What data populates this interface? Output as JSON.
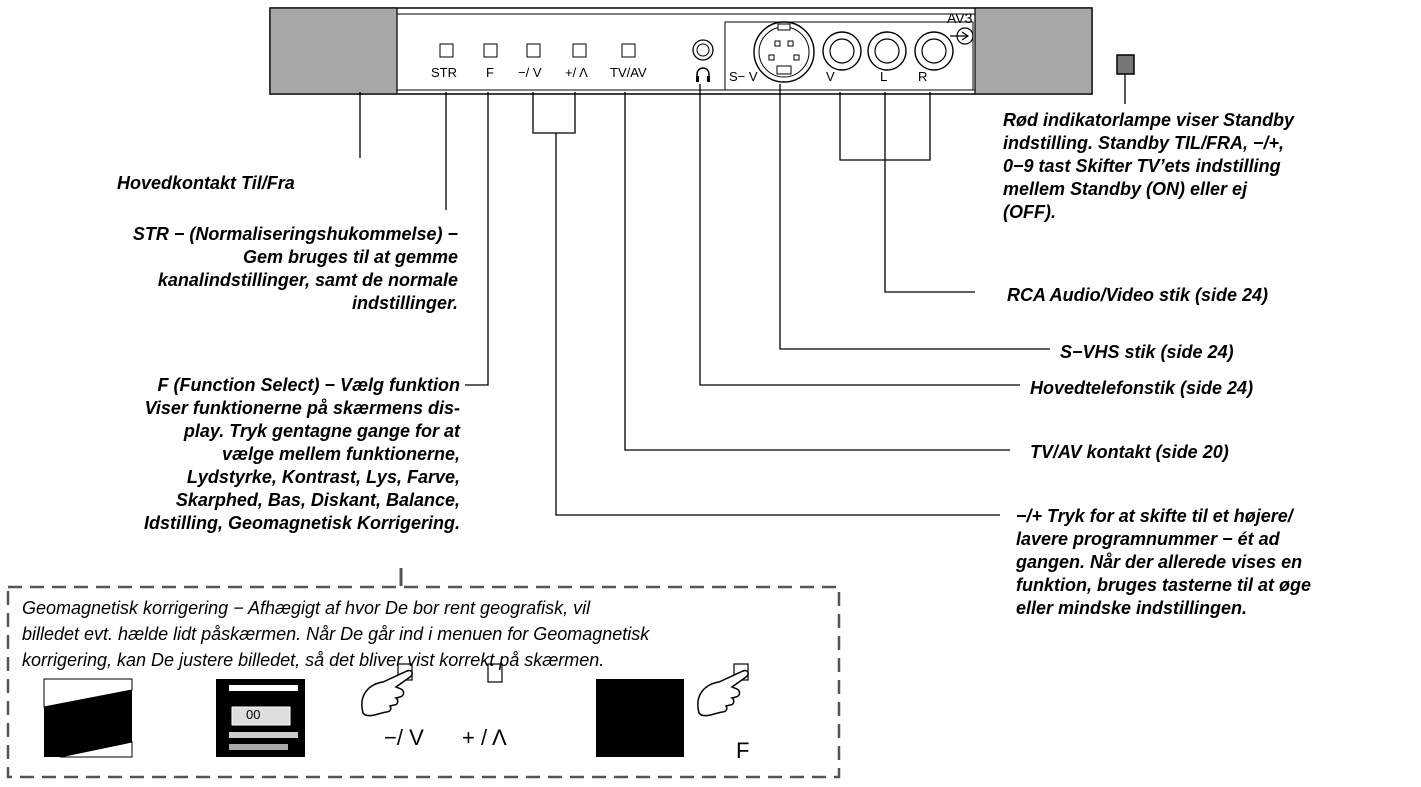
{
  "panel": {
    "buttons": [
      "STR",
      "F",
      "−/ V",
      "+/ Λ",
      "TV/AV"
    ],
    "jacks": [
      "S− V",
      "V",
      "L",
      "R"
    ],
    "av3": "AV3"
  },
  "callouts": {
    "main_switch": "Hovedkontakt Til/Fra",
    "str": [
      "STR −  (Normaliseringshukommelse) −",
      "Gem bruges til at gemme",
      "kanalindstillinger, samt de normale",
      "indstillinger."
    ],
    "f": [
      "F (Function Select) − Vælg funktion",
      "Viser funktionerne på skærmens dis-",
      "play. Tryk gentagne gange for at",
      "vælge mellem funktionerne,",
      "Lydstyrke, Kontrast, Lys, Farve,",
      "Skarphed, Bas, Diskant, Balance,",
      "Idstilling, Geomagnetisk Korrigering."
    ],
    "standby": [
      "Rød indikatorlampe viser Standby",
      "indstilling. Standby TIL/FRA, −/+,",
      "0−9 tast Skifter TV’ets indstilling",
      "mellem Standby (ON) eller ej",
      "(OFF)."
    ],
    "rca": "RCA Audio/Video stik (side 24)",
    "svhs": "S−VHS stik (side 24)",
    "headphone": "Hovedtelefonstik (side 24)",
    "tvav": "TV/AV kontakt (side 20)",
    "plusminus": [
      "−/+ Tryk for at skifte til et højere/",
      "lavere programnummer − ét ad",
      "gangen. Når der allerede vises en",
      "funktion, bruges tasterne til at øge",
      "eller mindske indstillingen."
    ]
  },
  "geo_box": {
    "lines": [
      "Geomagnetisk korrigering  −  Afhægigt af hvor De bor rent geografisk, vil",
      "billedet evt. hælde lidt påskærmen. Når De går ind i menuen for Geomagnetisk",
      "korrigering, kan De justere billedet, så det bliver vist korrekt på skærmen."
    ],
    "menu_value": "00",
    "minus_label": "−/ V",
    "plus_label": "+ / Λ",
    "f_label": "F"
  }
}
